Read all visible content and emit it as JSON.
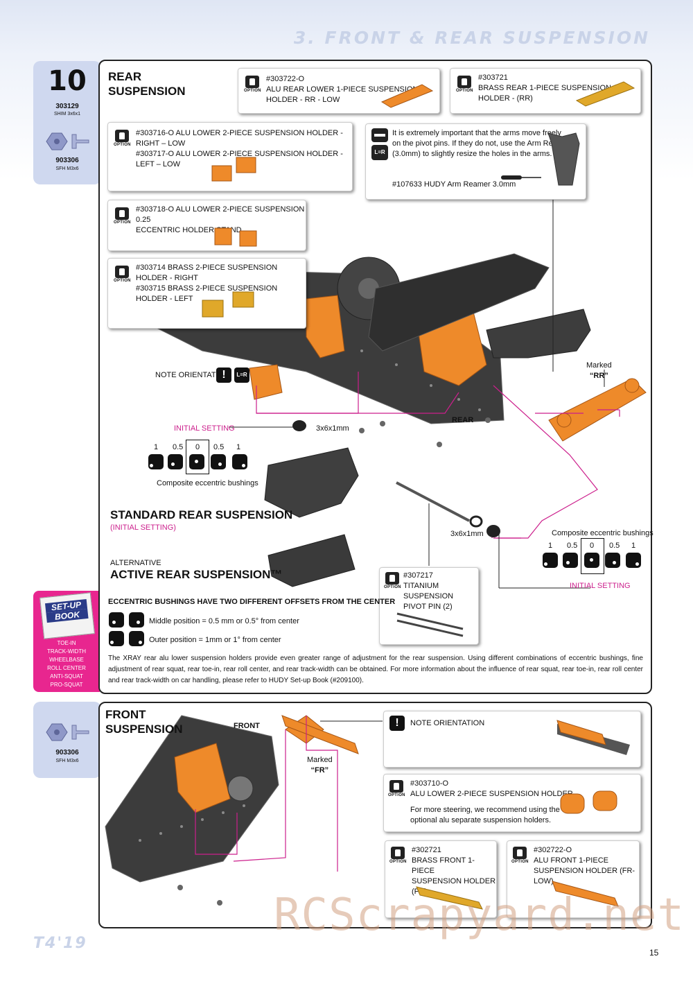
{
  "header": {
    "title": "3. FRONT & REAR SUSPENSION"
  },
  "step": {
    "number": "10",
    "parts": [
      {
        "code": "303129",
        "desc": "SHIM 3x6x1",
        "icon": "shim-icon"
      },
      {
        "code": "903306",
        "desc": "SFH M3x6",
        "icon": "screw-icon"
      }
    ]
  },
  "front_step_part": {
    "code": "903306",
    "desc": "SFH M3x6"
  },
  "rear": {
    "title_line1": "REAR",
    "title_line2": "SUSPENSION",
    "option_label": "OPTION",
    "options": [
      {
        "line1": "#303722-O",
        "line2": "ALU REAR LOWER 1-PIECE SUSPENSION",
        "line3": "HOLDER - RR - LOW"
      },
      {
        "line1": "#303721",
        "line2": "BRASS REAR 1-PIECE SUSPENSION",
        "line3": "HOLDER - (RR)"
      },
      {
        "line1": "#303716-O ALU LOWER 2-PIECE SUSPENSION HOLDER - RIGHT – LOW",
        "line2": "#303717-O ALU LOWER 2-PIECE SUSPENSION HOLDER - LEFT – LOW"
      },
      {
        "line1": "#303718-O ALU LOWER 2-PIECE SUSPENSION 0.25",
        "line2": "ECCENTRIC HOLDER STAND"
      },
      {
        "line1": "#303714 BRASS 2-PIECE SUSPENSION HOLDER - RIGHT",
        "line2": "#303715 BRASS 2-PIECE SUSPENSION HOLDER - LEFT"
      }
    ],
    "reamer_note": {
      "line1": "It is extremely important that the arms move freely",
      "line2": "on the pivot pins. If they do not, use the Arm Reamer",
      "line3": "(3.0mm) to slightly resize the holes in the arms.",
      "tool": "#107633 HUDY Arm Reamer 3.0mm",
      "lr_icon": "L=R"
    },
    "note_orientation": "NOTE ORIENTATION",
    "lr_badge": "L=R",
    "marked_line1": "Marked",
    "marked_line2": "“RR”",
    "rear_label": "REAR",
    "initial_setting": "INITIAL SETTING",
    "shim_label": "3x6x1mm",
    "shim_label2": "3x6x1mm",
    "bushing_scale": [
      "1",
      "0.5",
      "0",
      "0.5",
      "1"
    ],
    "composite_label": "Composite eccentric bushings",
    "composite_label2": "Composite eccentric bushings",
    "initial_setting2": "INITIAL SETTING",
    "standard_title": "STANDARD REAR SUSPENSION",
    "standard_sub": "(INITIAL SETTING)",
    "alternative_small": "ALTERNATIVE",
    "alternative_title": "ACTIVE REAR SUSPENSION™",
    "pivot_option": {
      "line1": "#307217",
      "line2": "TITANIUM SUSPENSION",
      "line3": "PIVOT PIN (2)"
    },
    "eccentric_title": "ECCENTRIC BUSHINGS HAVE TWO DIFFERENT OFFSETS FROM THE CENTER",
    "middle_position": "Middle position = 0.5 mm or 0.5° from center",
    "outer_position": "Outer position = 1mm or 1° from center",
    "paragraph": "The XRAY rear alu lower suspension holders provide even greater range of adjustment for the rear suspension. Using different combinations of eccentric bushings, fine adjustment of rear squat, rear toe-in, rear roll center, and rear track-width can be obtained. For more information about the influence of rear squat, rear toe-in, rear roll center and rear track-width on car handling, please refer to HUDY Set-up Book (#209100)."
  },
  "setup_book": {
    "title_line1": "SET-UP",
    "title_line2": "BOOK",
    "items": [
      "TOE-IN",
      "TRACK-WIDTH",
      "WHEELBASE",
      "ROLL CENTER",
      "ANTI-SQUAT",
      "PRO-SQUAT"
    ]
  },
  "front": {
    "title_line1": "FRONT",
    "title_line2": "SUSPENSION",
    "front_label": "FRONT",
    "marked_line1": "Marked",
    "marked_line2": "“FR”",
    "note_orientation": "NOTE ORIENTATION",
    "option_label": "OPTION",
    "opt1": {
      "line1": "#303710-O",
      "line2": "ALU LOWER 2-PIECE SUSPENSION HOLDER",
      "line3": "For more steering, we recommend using the",
      "line4": "optional alu separate suspension holders."
    },
    "opt2": {
      "line1": "#302721",
      "line2": "BRASS FRONT 1-PIECE",
      "line3": "SUSPENSION HOLDER (FR)"
    },
    "opt3": {
      "line1": "#302722-O",
      "line2": "ALU FRONT 1-PIECE",
      "line3": "SUSPENSION HOLDER (FR-LOW)"
    }
  },
  "footer": {
    "model": "T4'19",
    "page": "15",
    "watermark": "RCScrapyard.net"
  },
  "colors": {
    "sidebar": "#cfd8ef",
    "accent_magenta": "#cc1f8c",
    "orange_part": "#ee8a2a",
    "title_light": "#c9d3e8"
  }
}
